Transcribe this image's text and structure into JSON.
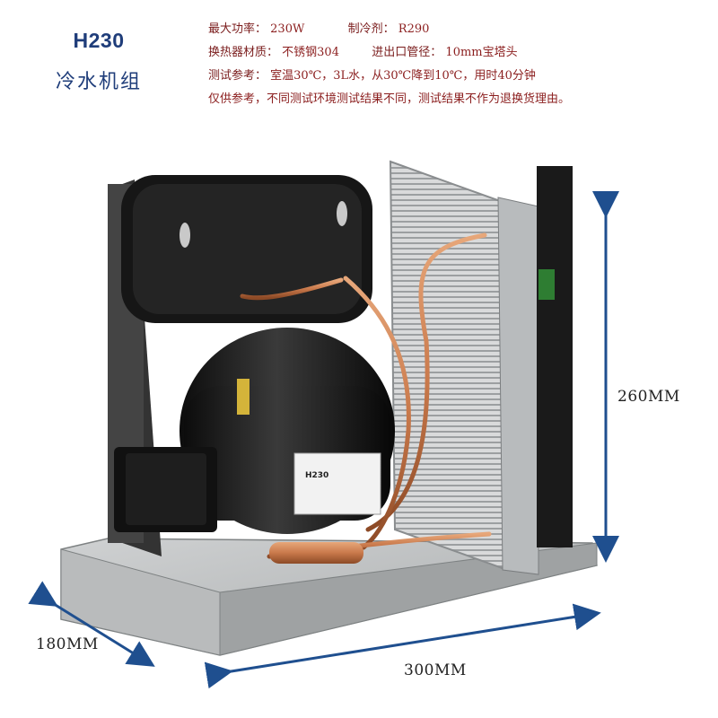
{
  "product": {
    "model": "H230",
    "subtitle": "冷水机组"
  },
  "specs": {
    "power_label": "最大功率：",
    "power_value": "230W",
    "refrigerant_label": "制冷剂：",
    "refrigerant_value": "R290",
    "material_label": "换热器材质：",
    "material_value": "不锈钢304",
    "pipe_label": "进出口管径：",
    "pipe_value": "10mm宝塔头",
    "test_label": "测试参考：",
    "test_value": "室温30℃，3L水，从30℃降到10℃，用时40分钟",
    "disclaimer": "仅供参考，不同测试环境测试结果不同，测试结果不作为退换货理由。"
  },
  "dimensions": {
    "height": "260MM",
    "depth": "180MM",
    "width": "300MM"
  },
  "nameplate": {
    "model": "H230"
  },
  "colors": {
    "title_blue": "#1f3d7a",
    "spec_red": "#8b1e1e",
    "arrow_blue": "#1f4f8f"
  }
}
